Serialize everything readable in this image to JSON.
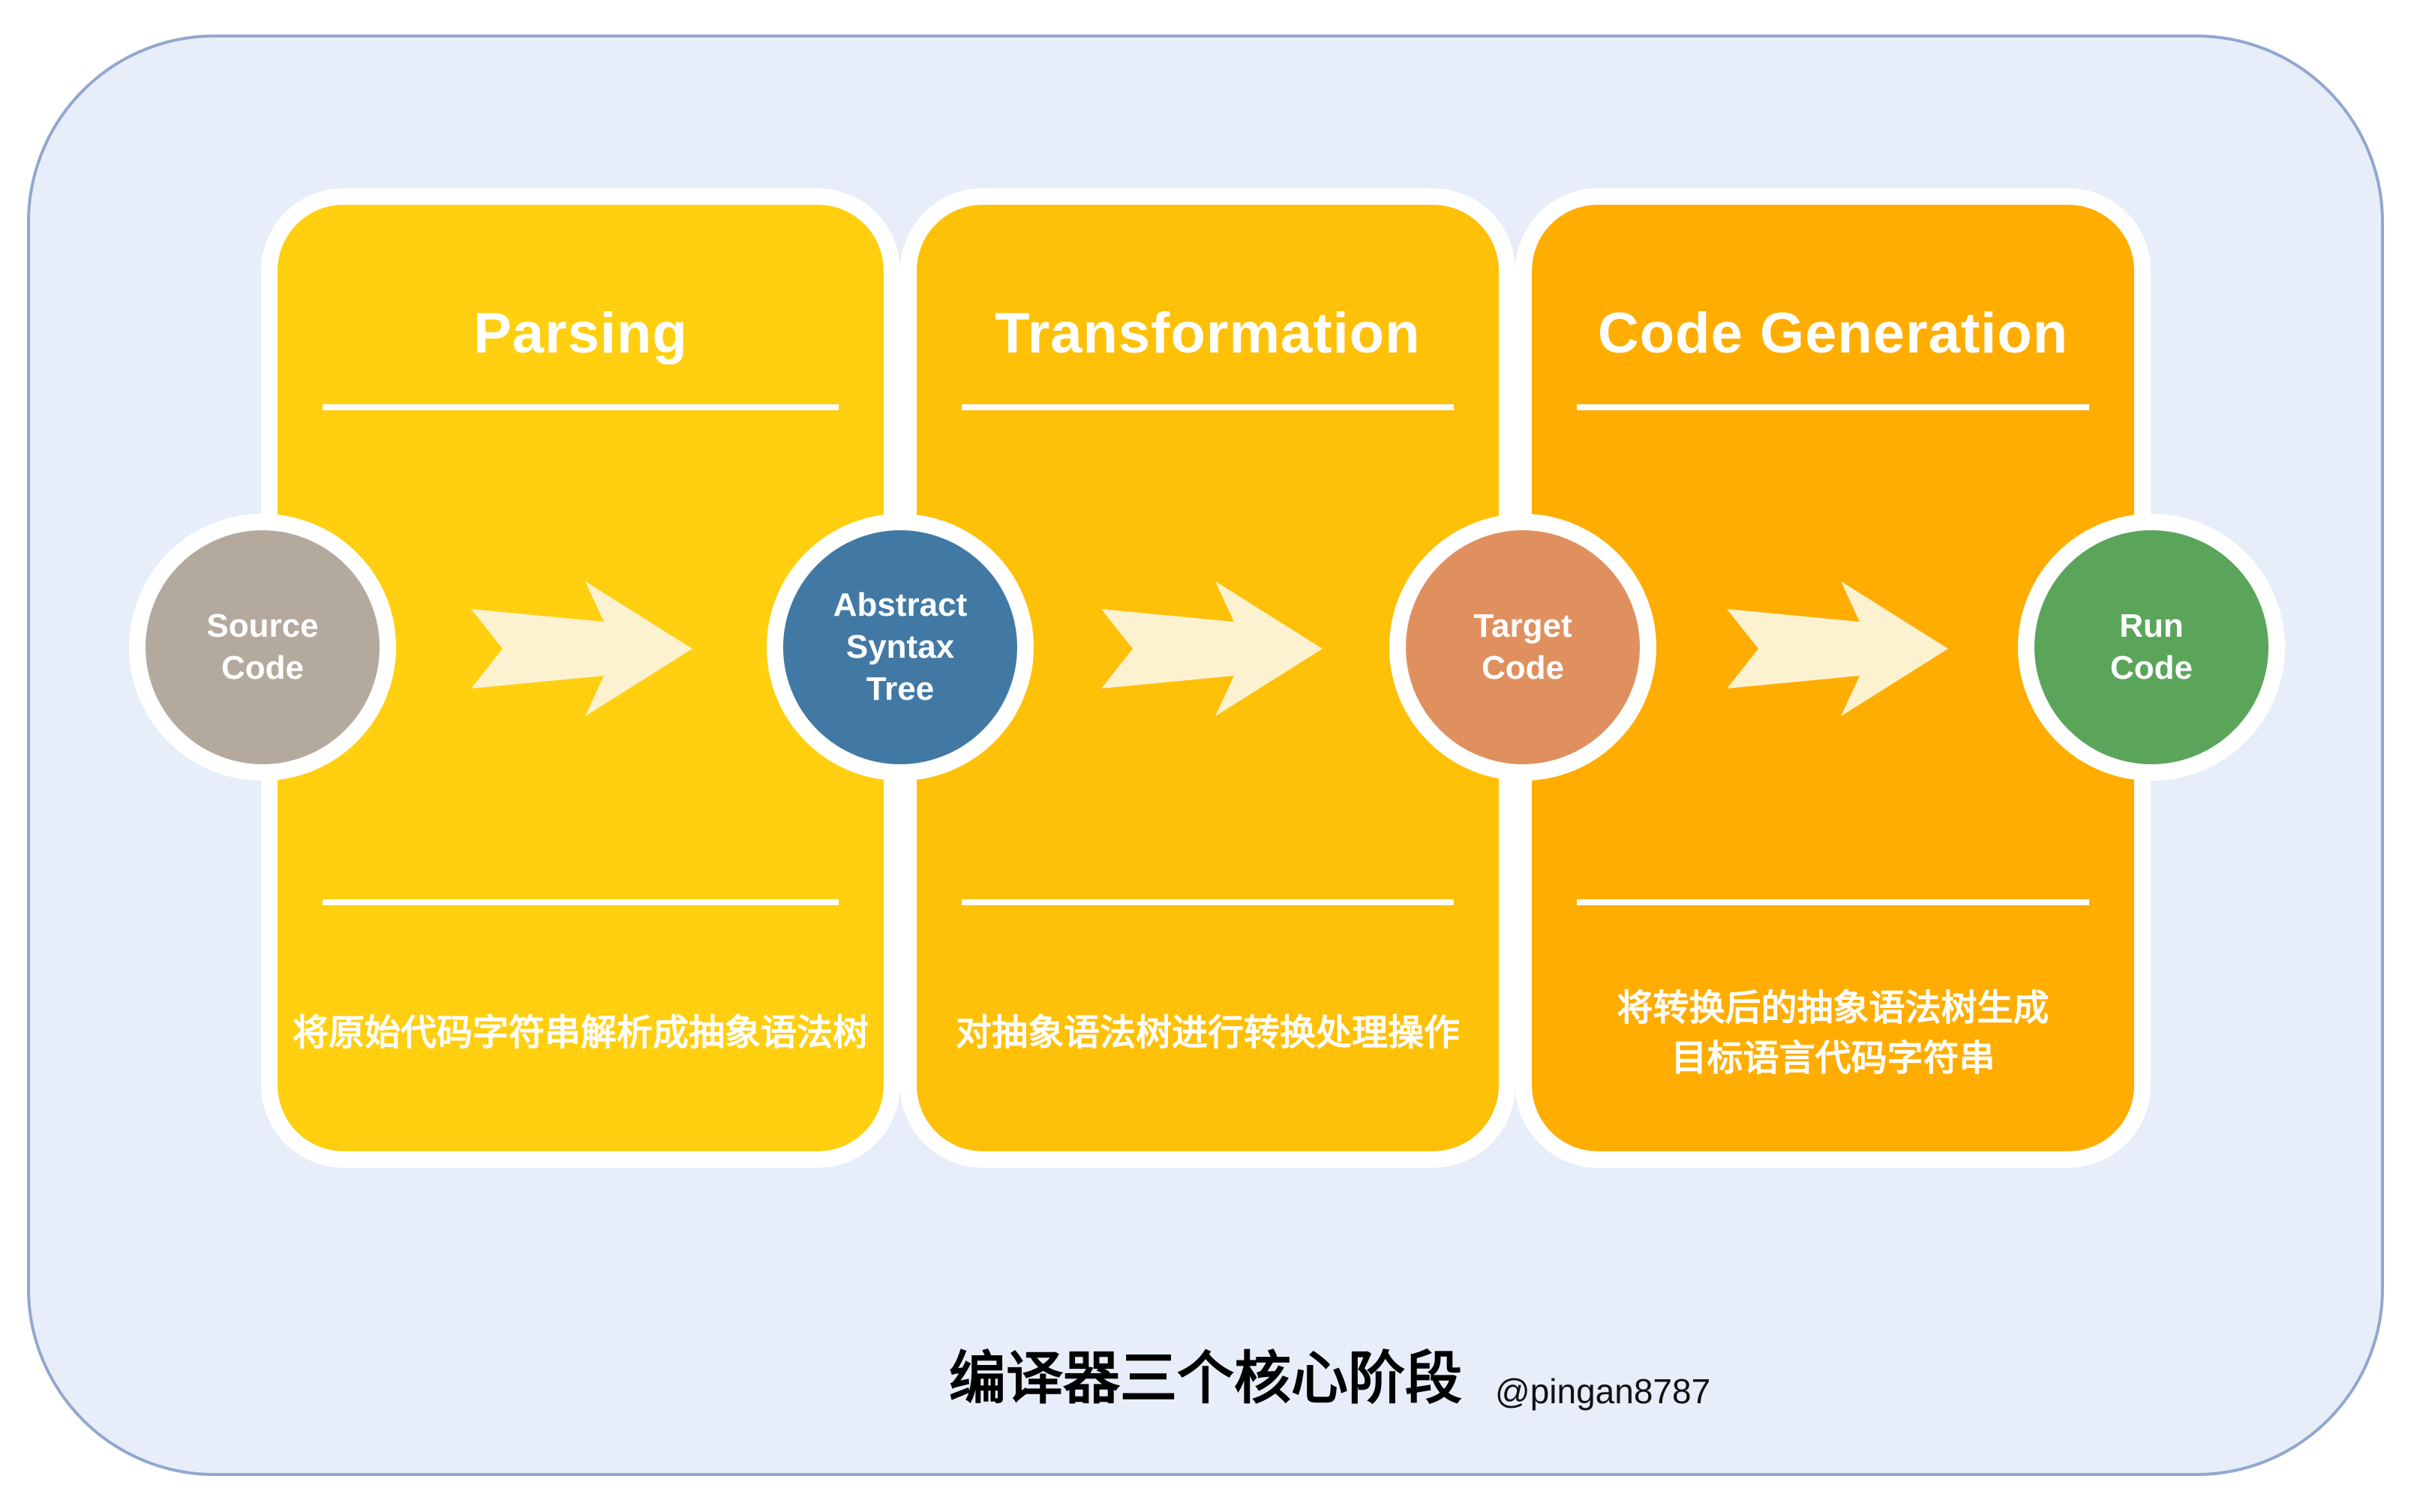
{
  "panel": {
    "bg": "#E7EEFA",
    "border_color": "#92A7CE"
  },
  "cards": [
    {
      "title": "Parsing",
      "desc": "将原始代码字符串解析成抽象语法树",
      "bg": "#FFCF10"
    },
    {
      "title": "Transformation",
      "desc": "对抽象语法树进行转换处理操作",
      "bg": "#FFC008"
    },
    {
      "title": "Code Generation",
      "desc": "将转换后的抽象语法树生成\n目标语言代码字符串",
      "bg": "#FFAD00"
    }
  ],
  "nodes": [
    {
      "label": "Source\nCode",
      "color": "#B3A99D"
    },
    {
      "label": "Abstract\nSyntax\nTree",
      "color": "#4179A4"
    },
    {
      "label": "Target\nCode",
      "color": "#E0905F"
    },
    {
      "label": "Run\nCode",
      "color": "#5BA55B"
    }
  ],
  "arrow": {
    "color": "#FCF2D0"
  },
  "caption": {
    "title": "编译器三个核心阶段",
    "handle": "@pingan8787"
  }
}
